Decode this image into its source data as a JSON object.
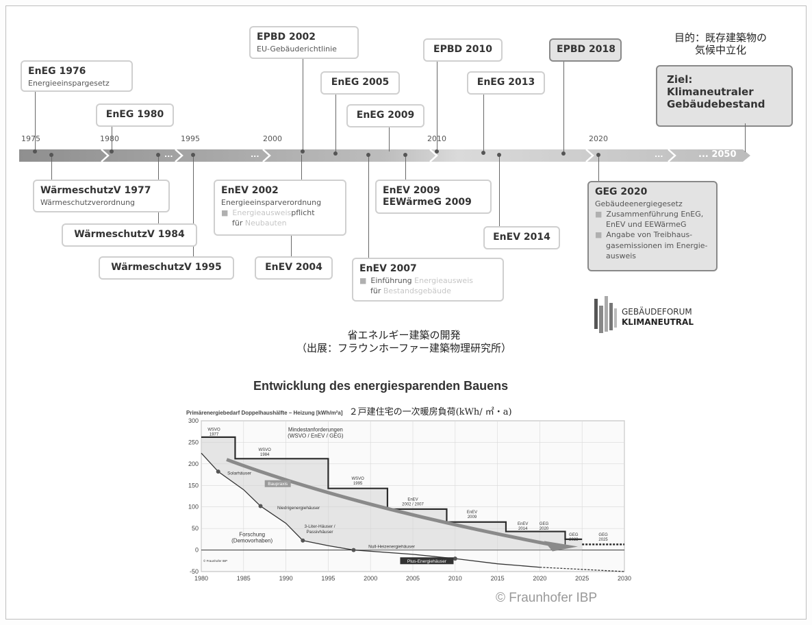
{
  "goal_note": {
    "line1": "目的：既存建築物の",
    "line2": "気候中立化"
  },
  "goal_box": {
    "l1": "Ziel:",
    "l2": "Klimaneutraler",
    "l3": "Gebäudebestand"
  },
  "timeline": {
    "years": [
      "1975",
      "1980",
      "1995",
      "2000",
      "2010",
      "2020"
    ],
    "ellipses": [
      "...",
      "...",
      "...",
      "..."
    ],
    "end_label": "... 2050"
  },
  "top_events": [
    {
      "title": "EnEG 1976",
      "sub": "Energieeinspargesetz"
    },
    {
      "title": "EnEG 1980"
    },
    {
      "title": "EPBD 2002",
      "sub": "EU-Gebäuderichtlinie"
    },
    {
      "title": "EnEG 2005"
    },
    {
      "title": "EnEG 2009"
    },
    {
      "title": "EPBD 2010"
    },
    {
      "title": "EnEG 2013"
    },
    {
      "title": "EPBD 2018"
    }
  ],
  "bottom_events": [
    {
      "title": "WärmeschutzV 1977",
      "sub": "Wärmeschutzverordnung"
    },
    {
      "title": "WärmeschutzV 1984"
    },
    {
      "title": "WärmeschutzV 1995"
    },
    {
      "title": "EnEV 2002",
      "sub": "Energieeinsparverordnung",
      "b1a": "Energieausweis",
      "b1b": "pflicht",
      "b2a": "für ",
      "b2b": "Neubauten"
    },
    {
      "title": "EnEV 2004"
    },
    {
      "title": "EnEV 2007",
      "b1a": "Einführung ",
      "b1b": "Energieausweis",
      "b2a": "für ",
      "b2b": "Bestandsgebäude"
    },
    {
      "title": "EnEV 2009",
      "title2": "EEWärmeG 2009"
    },
    {
      "title": "EnEV 2014"
    },
    {
      "title": "GEG 2020",
      "sub": "Gebäudeenergiegesetz",
      "b1": "Zusammenführung EnEG,",
      "b1c": "EnEV und EEWärmeG",
      "b2": "Angabe von Treibhaus-",
      "b2c": "gasemissionen im Energie-",
      "b2d": "ausweis"
    }
  ],
  "logo": {
    "line1": "GEBÄUDEFORUM",
    "line2": "KLIMANEUTRAL"
  },
  "caption": {
    "line1": "省エネルギー建築の開発",
    "line2": "（出展：フラウンホーファー建築物理研究所）"
  },
  "chart_title": "Entwicklung des energiesparenden Bauens",
  "copyright": "© Fraunhofer IBP",
  "colors": {
    "timeline": "#8f8f8f",
    "stairs": "#2b2b2b",
    "arrow": "#8a8a8a",
    "gray_box": "#e3e3e3"
  },
  "chart_data": {
    "type": "line",
    "ylabel": "Primärenergiebedarf Doppelhaushälfte – Heizung [kWh/m²a]",
    "ylabel_jp": "２戸建住宅の一次暖房負荷(kWh/ ㎡・a)",
    "xlim": [
      1980,
      2030
    ],
    "ylim": [
      -50,
      300
    ],
    "x_ticks": [
      "1980",
      "1985",
      "1990",
      "1995",
      "2000",
      "2005",
      "2010",
      "2015",
      "2020",
      "2025",
      "2030"
    ],
    "y_ticks": [
      "300",
      "250",
      "200",
      "150",
      "100",
      "50",
      "0",
      "-50"
    ],
    "grid": true,
    "series": [
      {
        "name": "Mindestanforderungen (WSVO / EnEV / GEG)",
        "kind": "step",
        "points": [
          [
            1980,
            262
          ],
          [
            1984,
            262
          ],
          [
            1984,
            212
          ],
          [
            1995,
            212
          ],
          [
            1995,
            143
          ],
          [
            2002,
            143
          ],
          [
            2002,
            95
          ],
          [
            2009,
            95
          ],
          [
            2009,
            65
          ],
          [
            2016,
            65
          ],
          [
            2016,
            43
          ],
          [
            2023,
            43
          ],
          [
            2023,
            25
          ],
          [
            2025,
            25
          ]
        ],
        "projection": [
          [
            2025,
            13
          ],
          [
            2030,
            13
          ]
        ]
      },
      {
        "name": "Forschung (Demovorhaben)",
        "kind": "curve",
        "points": [
          [
            1980,
            225
          ],
          [
            1982,
            182
          ],
          [
            1985,
            140
          ],
          [
            1987,
            102
          ],
          [
            1990,
            62
          ],
          [
            1992,
            22
          ],
          [
            1995,
            10
          ],
          [
            1998,
            0
          ],
          [
            2005,
            -10
          ],
          [
            2010,
            -20
          ],
          [
            2015,
            -32
          ],
          [
            2020,
            -40
          ]
        ],
        "projection": [
          [
            2020,
            -40
          ],
          [
            2030,
            -50
          ]
        ]
      }
    ],
    "step_labels": [
      "WSVO\n1977",
      "WSVO\n1984",
      "WSVO\n1995",
      "EnEV\n2002 / 2007",
      "EnEV\n2009",
      "EnEV\n2014",
      "GEG\n2020",
      "GEG\n2023",
      "GEG\n2025"
    ],
    "annotations": [
      "Solarhäuser",
      "Baupraxis",
      "Niedrigenergiehäuser",
      "3-Liter-Häuser /\nPassivhäuser",
      "Null-Heizenergiehäuser",
      "Plus-Energiehäuser",
      "Mindestanforderungen\n(WSVO / EnEV / GEG)",
      "Forschung\n(Demovorhaben)",
      "© Fraunhofer IBP"
    ]
  }
}
